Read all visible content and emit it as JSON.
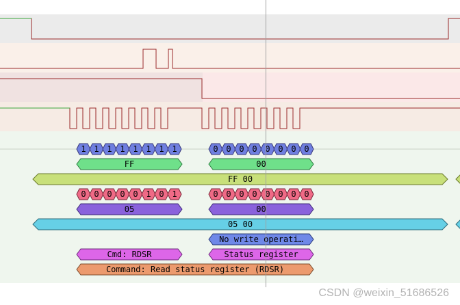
{
  "colors": {
    "lane_bg_1": "#ebebeb",
    "lane_bg_2": "#faf0e9",
    "lane_bg_3": "#f0e2e1",
    "lane_bg_3_hi": "#fbe8e8",
    "lane_bg_4": "#f6ebe4",
    "decoder_bg": "#eff6ee",
    "wave_line": "#7a3a2a",
    "wave_high": "#3aa53a",
    "bit_mosi": "#6f7fe0",
    "byte_mosi": "#6fe08a",
    "frame_green": "#c8e07a",
    "bit_miso": "#ef6a86",
    "byte_miso": "#8a62dc",
    "frame_cyan": "#66d0e6",
    "status_blue": "#6f88e8",
    "cmd_pink": "#dd66e8",
    "command_orange": "#ec9a6e",
    "cursor": "#a0a0a0"
  },
  "decoder": {
    "mosi_bits_1": [
      "1",
      "1",
      "1",
      "1",
      "1",
      "1",
      "1",
      "1"
    ],
    "mosi_bits_2": [
      "0",
      "0",
      "0",
      "0",
      "0",
      "0",
      "0",
      "0"
    ],
    "mosi_byte_1": "FF",
    "mosi_byte_2": "00",
    "mosi_frame": "FF 00",
    "miso_bits_1": [
      "0",
      "0",
      "0",
      "0",
      "0",
      "1",
      "0",
      "1"
    ],
    "miso_bits_2": [
      "0",
      "0",
      "0",
      "0",
      "0",
      "0",
      "0",
      "0"
    ],
    "miso_byte_1": "05",
    "miso_byte_2": "00",
    "miso_frame": "05 00",
    "status_note": "No write operati…",
    "cmd_label": "Cmd: RDSR",
    "status_reg_label": "Status register",
    "command_label": "Command: Read status register (RDSR)"
  },
  "watermark": "CSDN @weixin_51686526"
}
